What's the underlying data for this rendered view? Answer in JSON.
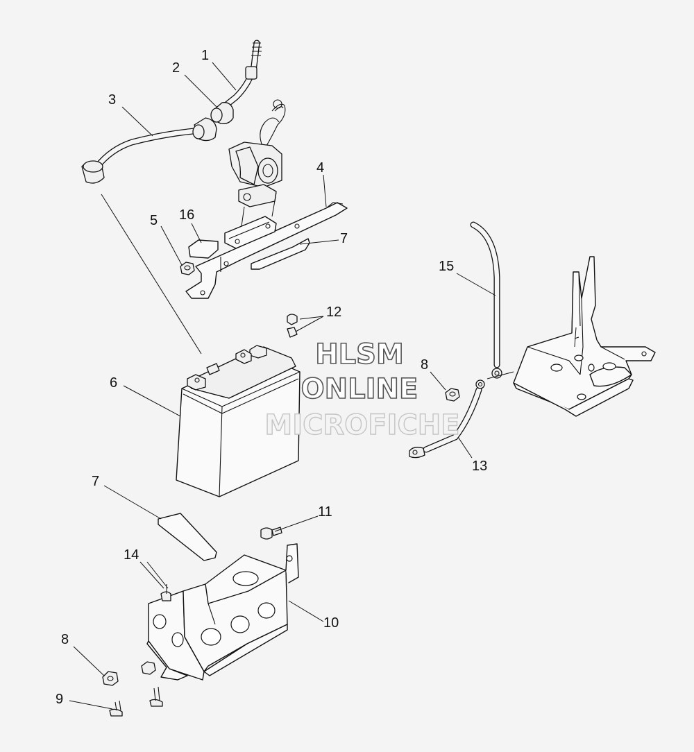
{
  "diagram": {
    "callouts": {
      "c1": "1",
      "c2": "2",
      "c3": "3",
      "c4": "4",
      "c5": "5",
      "c6": "6",
      "c7a": "7",
      "c7b": "7",
      "c8a": "8",
      "c8b": "8",
      "c9": "9",
      "c10": "10",
      "c11": "11",
      "c12": "12",
      "c13": "13",
      "c14": "14",
      "c15": "15",
      "c16": "16"
    }
  },
  "watermark": {
    "line1": "HLSM",
    "line2": "ONLINE",
    "line3": "MICROFICHE"
  }
}
